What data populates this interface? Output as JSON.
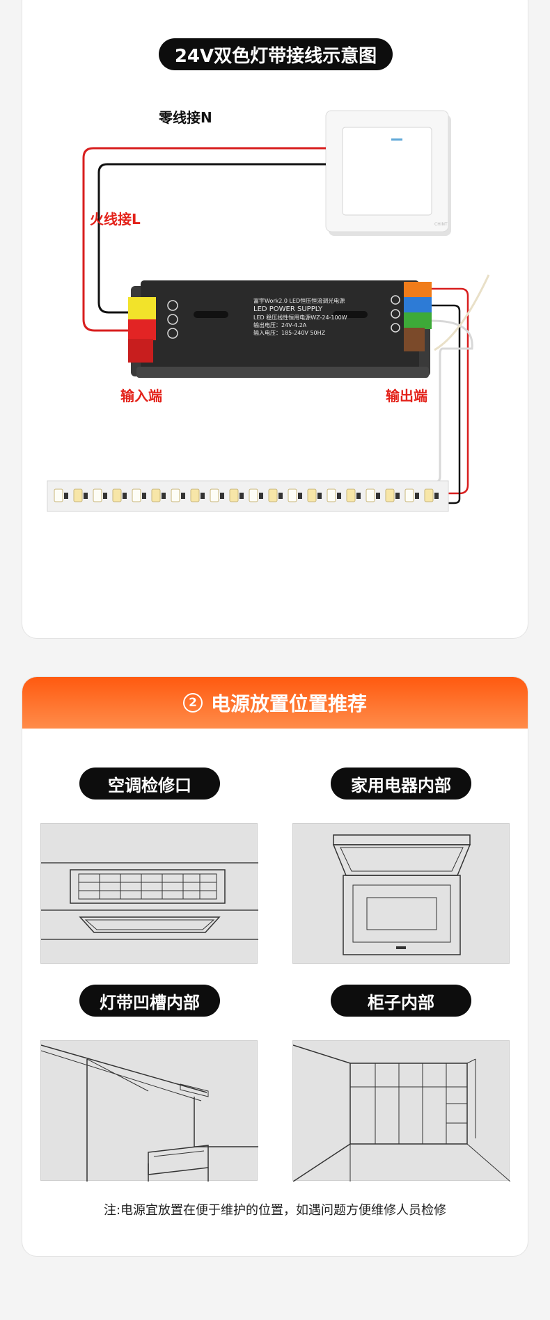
{
  "diagram": {
    "title": "24V双色灯带接线示意图",
    "neutral_label": "零线接N",
    "live_label": "火线接L",
    "input_label": "输入端",
    "output_label": "输出端",
    "psu": {
      "line1": "富宇Work2.0  LED恒压恒流调光电源",
      "line2": "LED POWER  SUPPLY",
      "line3": "LED 稳压线性恒用电源WZ-24-100W",
      "line4": "输出电压：24V-4.2A",
      "line5": "输入电压：185-240V 50HZ"
    },
    "colors": {
      "live_wire": "#d81e1e",
      "neutral_wire": "#111111",
      "input_terminal": "#f2e32a",
      "output_terminal": "#f07c1a"
    }
  },
  "placement": {
    "header_number": "2",
    "header_title": "电源放置位置推荐",
    "options": [
      {
        "label": "空调检修口",
        "scene_icon": "ceiling-vent-icon"
      },
      {
        "label": "家用电器内部",
        "scene_icon": "appliance-interior-icon"
      },
      {
        "label": "灯带凹槽内部",
        "scene_icon": "light-groove-icon"
      },
      {
        "label": "柜子内部",
        "scene_icon": "cabinet-interior-icon"
      }
    ],
    "note": "注:电源宜放置在便于维护的位置，如遇问题方便维修人员检修"
  }
}
